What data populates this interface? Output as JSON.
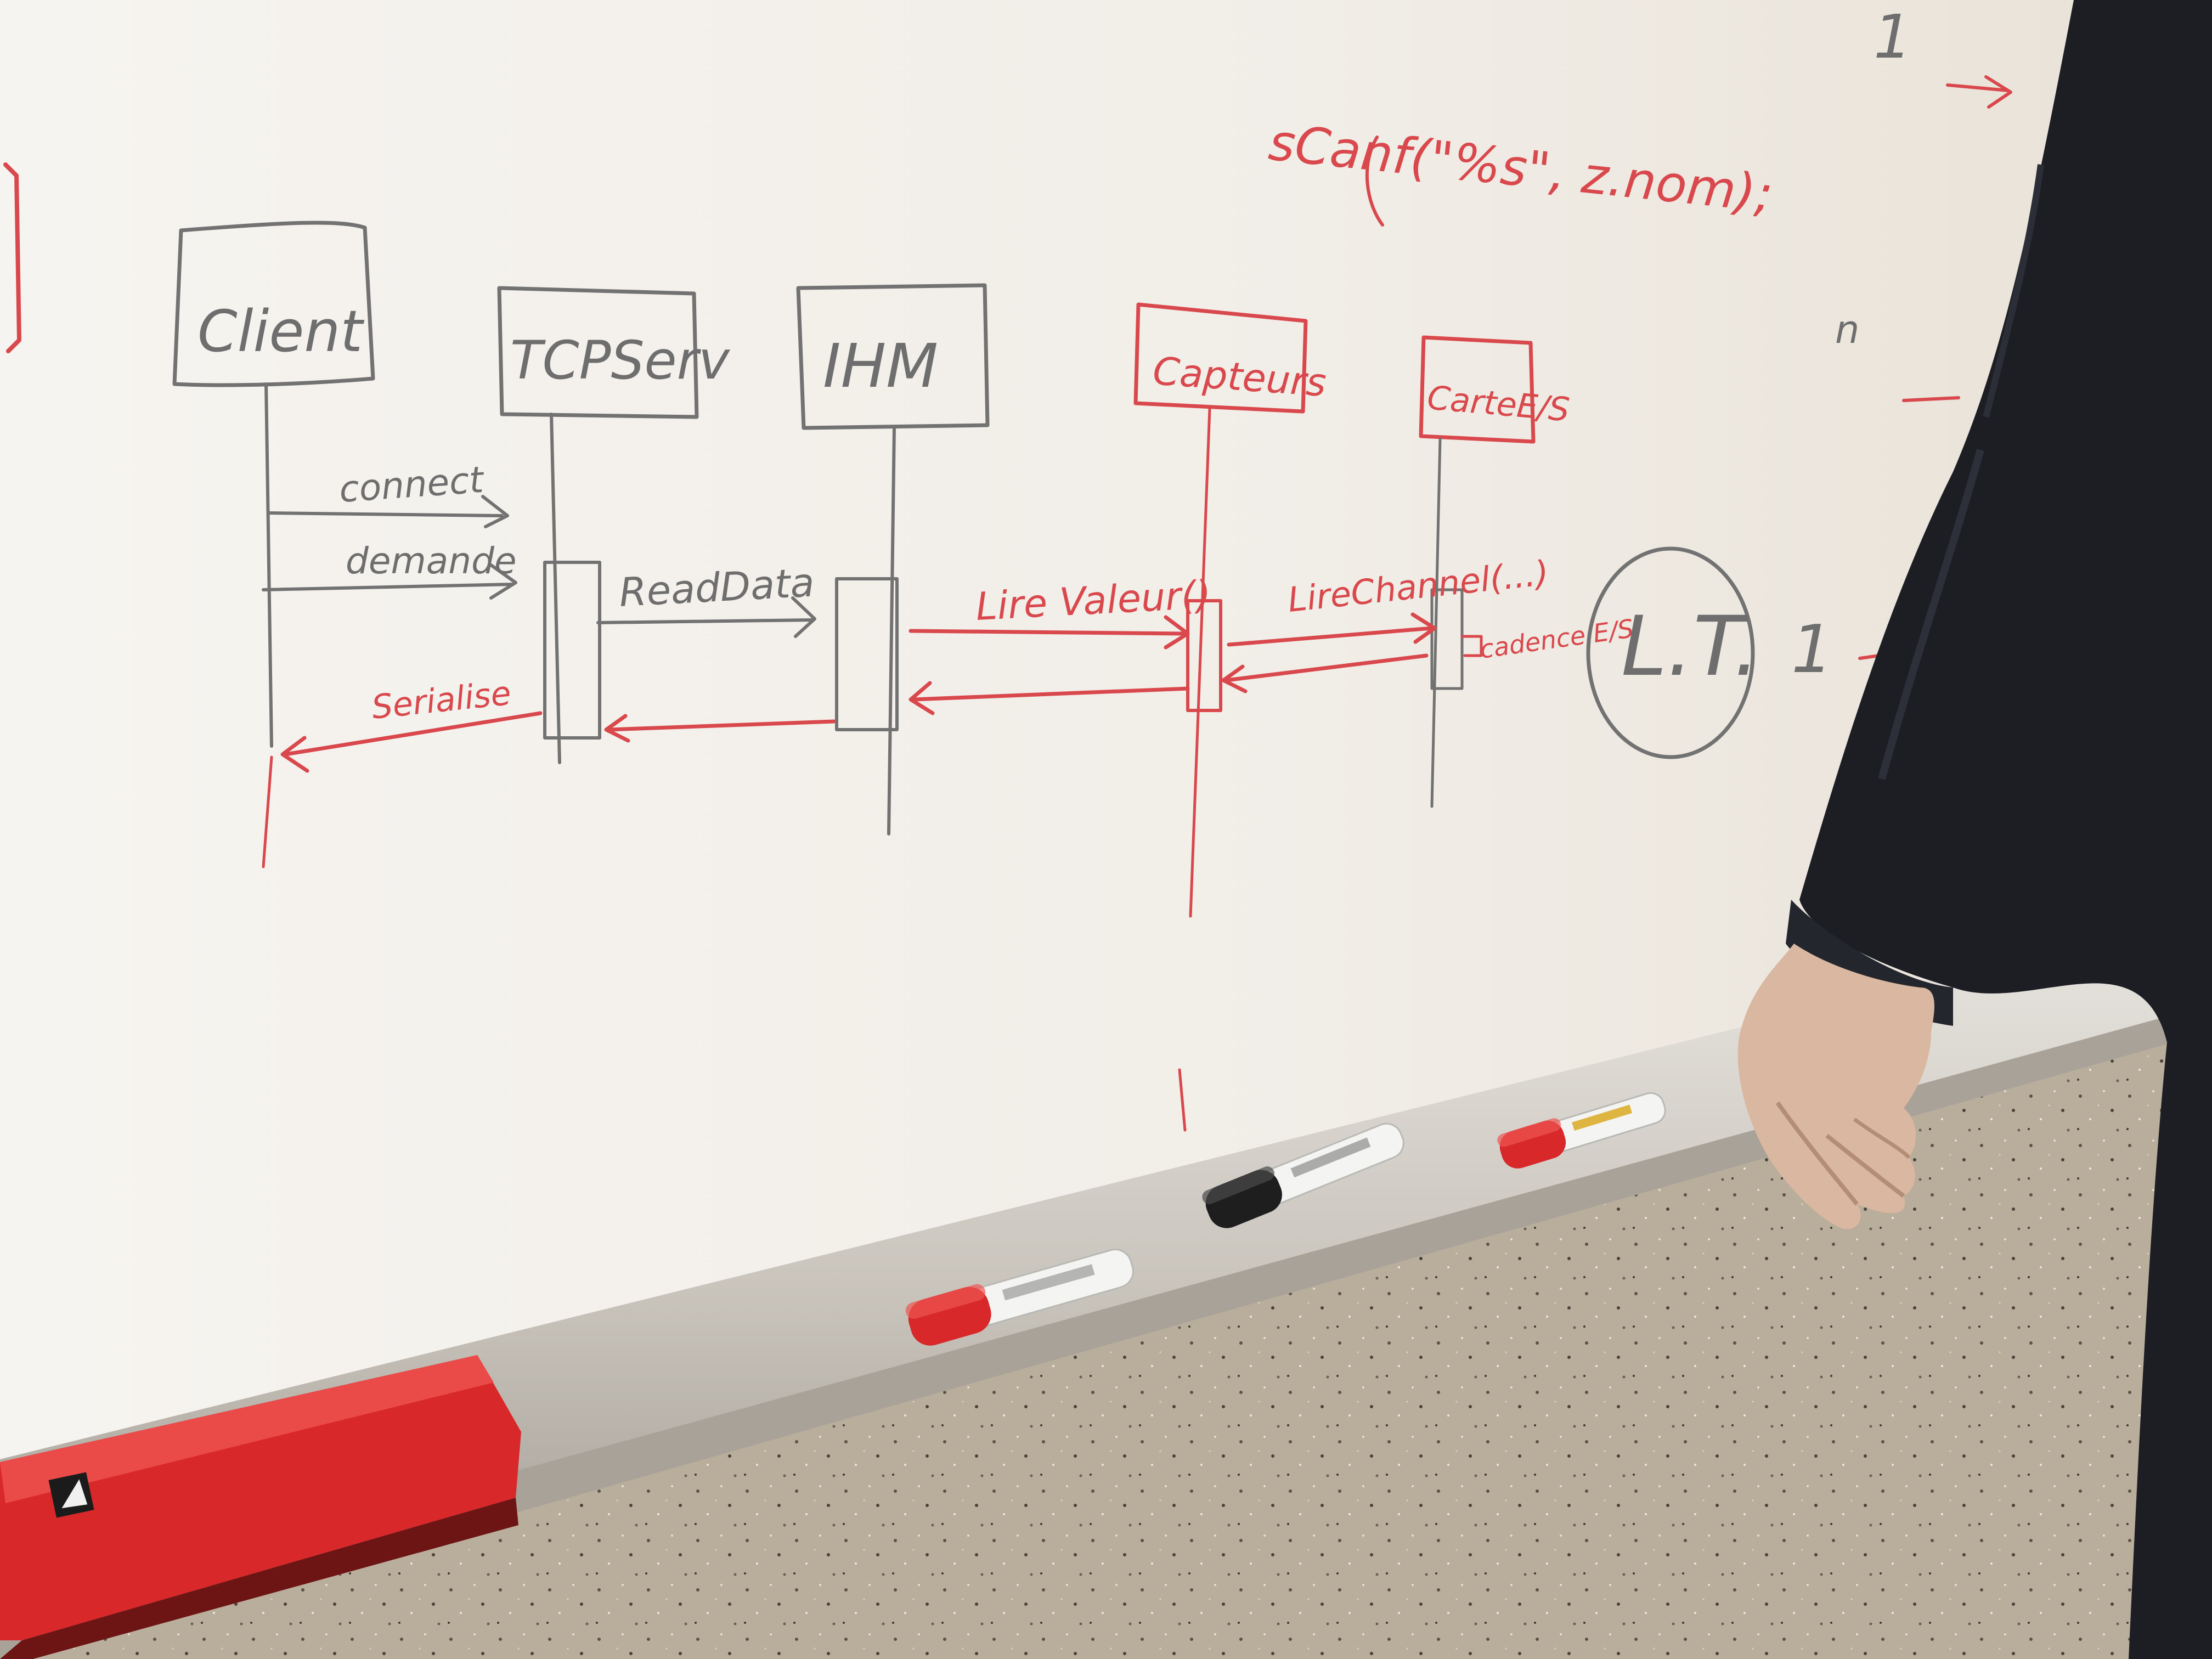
{
  "scene": {
    "colors": {
      "board": "#f4f1ec",
      "ink_dark": "#707070",
      "ink_red": "#d9484c",
      "eraser": "#d8282a",
      "rail": "#cfcac2",
      "wall": "#b8ab99",
      "sleeve": "#1c1e24",
      "skin": "#d9b7a0"
    }
  },
  "diagram": {
    "code_note": "sCanf(\"%s\", z.nom);",
    "lifelines": [
      {
        "label": "Client",
        "ink": "dark"
      },
      {
        "label": "TCPServ",
        "ink": "dark"
      },
      {
        "label": "IHM",
        "ink": "dark"
      },
      {
        "label": "Capteurs",
        "ink": "red"
      },
      {
        "label": "CarteE/S",
        "ink": "red"
      }
    ],
    "messages": [
      {
        "label": "connect",
        "ink": "dark"
      },
      {
        "label": "demande",
        "ink": "dark"
      },
      {
        "label": "ReadData",
        "ink": "dark"
      },
      {
        "label": "Lire Valeur()",
        "ink": "red"
      },
      {
        "label": "LireChannel(...)",
        "ink": "red"
      },
      {
        "label": "cadence E/S",
        "ink": "red"
      },
      {
        "label": "Serialise",
        "ink": "red"
      }
    ],
    "circle_label": "L.T.",
    "margin_marks": [
      {
        "text": "1",
        "ink": "dark"
      },
      {
        "text": "1",
        "ink": "dark"
      },
      {
        "text": "n",
        "ink": "dark"
      }
    ]
  },
  "markers": [
    {
      "name": "red marker",
      "cap_color": "#d8282a"
    },
    {
      "name": "black marker",
      "cap_color": "#1e1e1e"
    },
    {
      "name": "red marker",
      "cap_color": "#d8282a"
    }
  ],
  "eraser": {
    "color": "#d8282a"
  }
}
